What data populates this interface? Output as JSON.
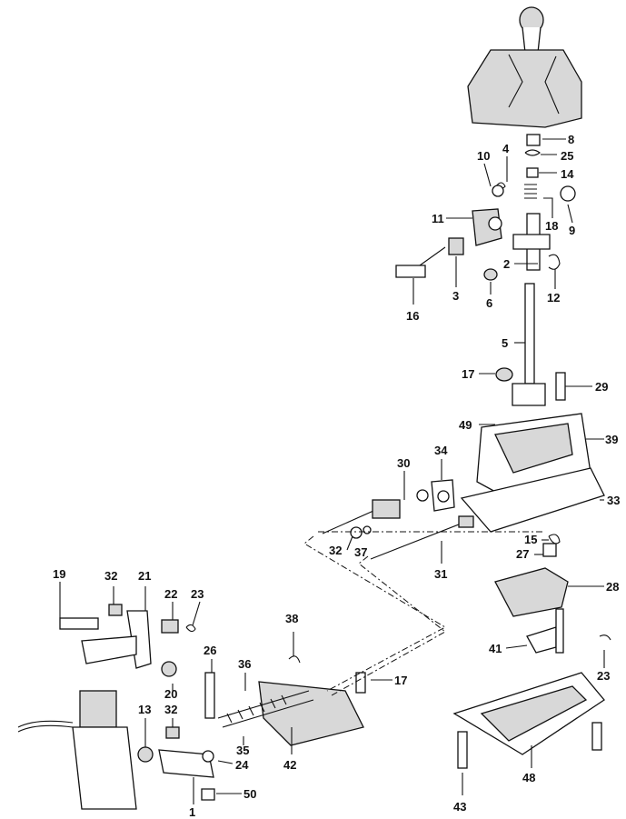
{
  "colors": {
    "ink": "#111111",
    "background": "#ffffff",
    "shade": "#d8d8d8"
  },
  "labels": {
    "l1": "1",
    "l2": "2",
    "l3": "3",
    "l4": "4",
    "l5": "5",
    "l6": "6",
    "l8": "8",
    "l9": "9",
    "l10": "10",
    "l11": "11",
    "l12": "12",
    "l13": "13",
    "l14": "14",
    "l15": "15",
    "l16": "16",
    "l17a": "17",
    "l17b": "17",
    "l18": "18",
    "l19": "19",
    "l20": "20",
    "l21": "21",
    "l22": "22",
    "l23a": "23",
    "l23b": "23",
    "l24": "24",
    "l25": "25",
    "l26": "26",
    "l27": "27",
    "l28": "28",
    "l29": "29",
    "l30": "30",
    "l31": "31",
    "l32a": "32",
    "l32b": "32",
    "l32c": "32",
    "l33": "33",
    "l34": "34",
    "l35": "35",
    "l36": "36",
    "l37": "37",
    "l38": "38",
    "l39": "39",
    "l41": "41",
    "l42": "42",
    "l43": "43",
    "l48": "48",
    "l49": "49",
    "l50": "50"
  }
}
